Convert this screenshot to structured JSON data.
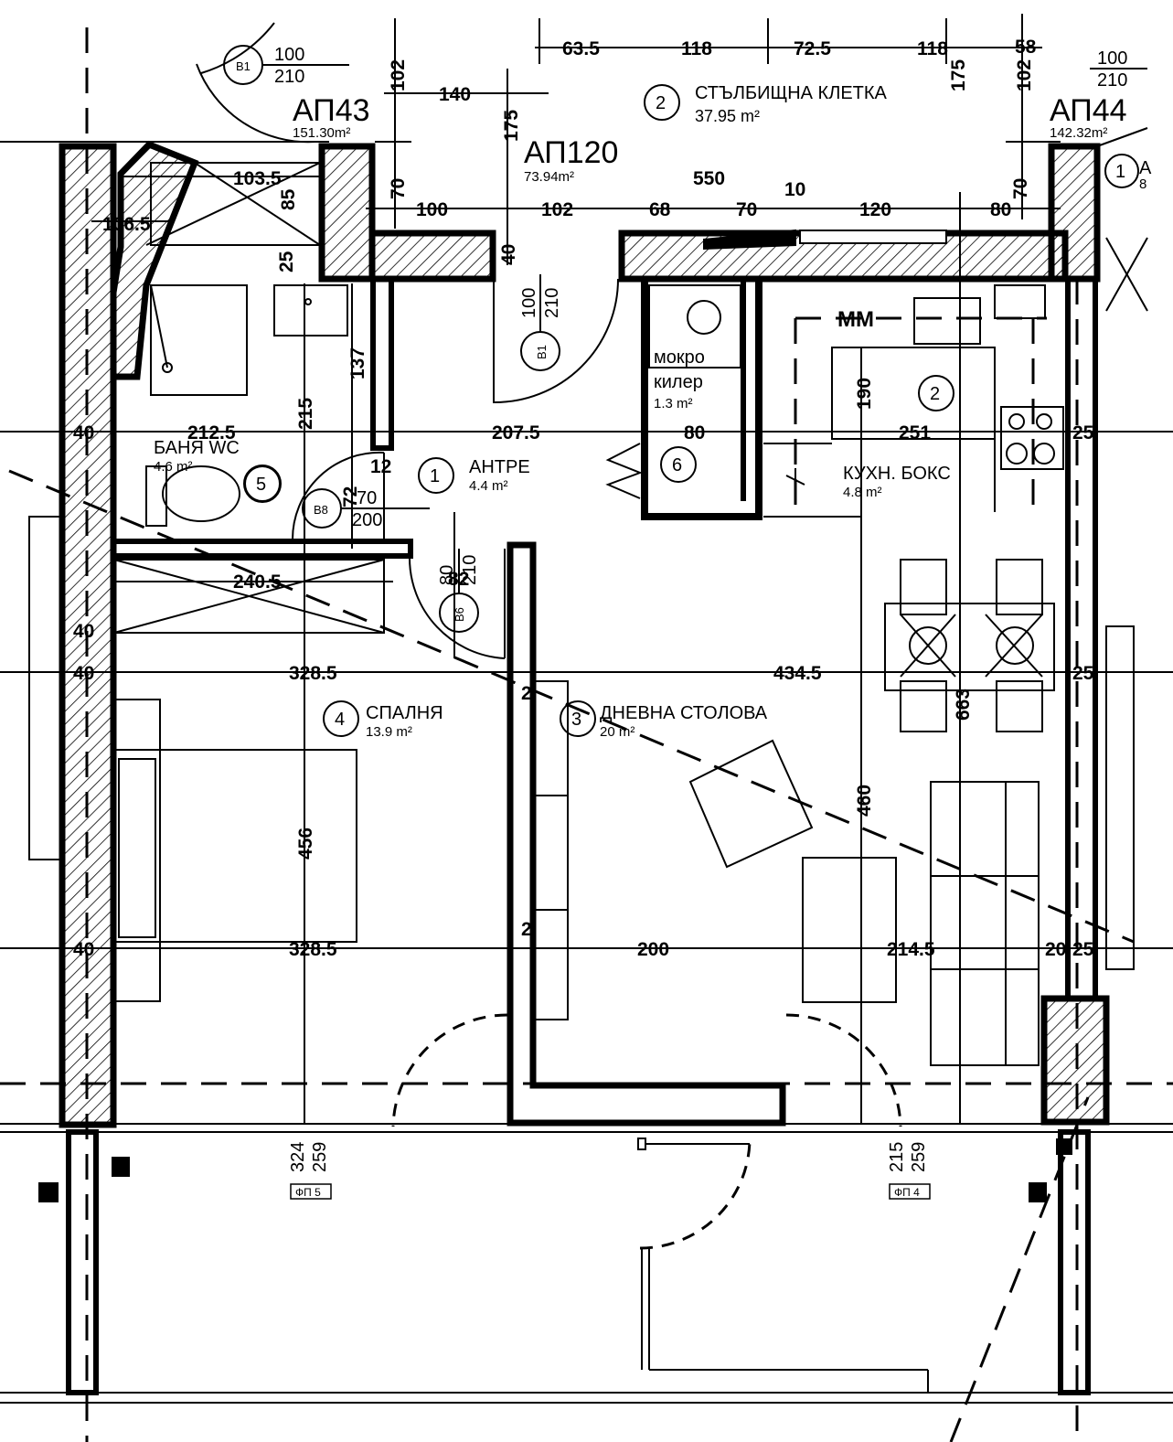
{
  "apartments": {
    "ap43": {
      "name": "АП43",
      "area": "151.30m²"
    },
    "ap120": {
      "name": "АП120",
      "area": "73.94m²"
    },
    "ap44": {
      "name": "АП44",
      "area": "142.32m²"
    }
  },
  "rooms": [
    {
      "num": "1",
      "name": "АНТРЕ",
      "area": "4.4 m²"
    },
    {
      "num": "2",
      "name": "СТЪЛБИЩНА КЛЕТКА",
      "area": "37.95 m²"
    },
    {
      "num": "2",
      "name": "КУХН. БОКС",
      "area": "4.8 m²"
    },
    {
      "num": "3",
      "name": "ДНЕВНА СТОЛОВА",
      "area": "20 m²"
    },
    {
      "num": "4",
      "name": "СПАЛНЯ",
      "area": "13.9 m²"
    },
    {
      "num": "5",
      "name": "БАНЯ WC",
      "area": "4.6 m²"
    },
    {
      "num": "6",
      "name": "мокро",
      "name2": "килер",
      "area": "1.3 m²"
    }
  ],
  "doors": [
    {
      "tag": "B1",
      "w": "100",
      "h": "210"
    },
    {
      "tag": "B1",
      "w": "100",
      "h": "210"
    },
    {
      "tag": "B8",
      "w": "70",
      "h": "200"
    },
    {
      "tag": "B6",
      "w": "80",
      "h": "210"
    },
    {
      "tag": "",
      "w": "100",
      "h": "210"
    }
  ],
  "dimensions": [
    "63.5",
    "118",
    "72.5",
    "118",
    "58",
    "140",
    "102",
    "175",
    "175",
    "102",
    "103.5",
    "106.5",
    "85",
    "25",
    "70",
    "100",
    "102",
    "68",
    "70",
    "10",
    "120",
    "80",
    "70",
    "550",
    "40",
    "137",
    "215",
    "40",
    "212.5",
    "207.5",
    "80",
    "251",
    "25",
    "190",
    "12",
    "72",
    "82",
    "240.5",
    "40",
    "40",
    "328.5",
    "434.5",
    "25",
    "2",
    "663",
    "456",
    "460",
    "40",
    "328.5",
    "200",
    "214.5",
    "20",
    "25",
    "2"
  ],
  "window_marks": [
    {
      "a": "324",
      "b": "259",
      "tag": "ФП 5"
    },
    {
      "a": "215",
      "b": "259",
      "tag": "ФП 4"
    }
  ],
  "misc": {
    "mm": "MM",
    "cut_num": "1",
    "cut_a": "А",
    "cut_8": "8"
  }
}
